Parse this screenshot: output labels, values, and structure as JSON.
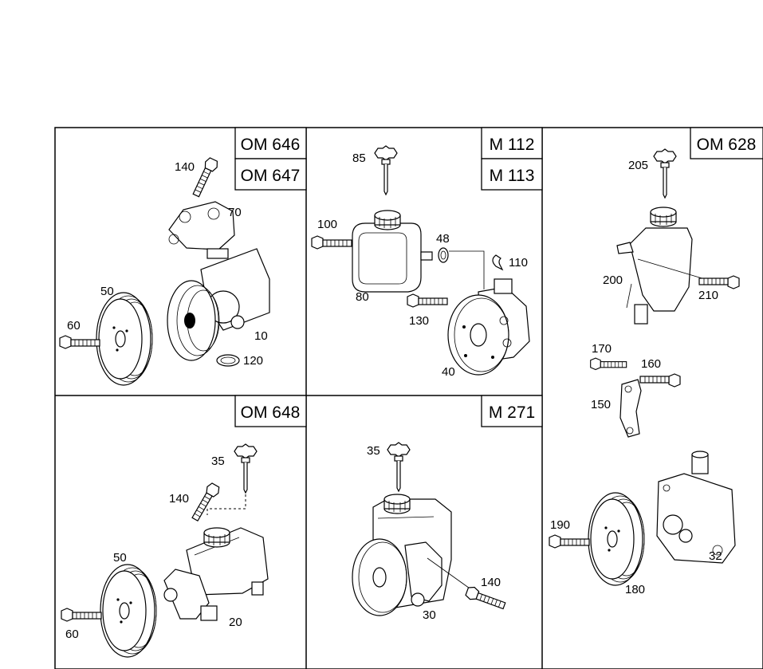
{
  "engine_labels": {
    "om646": "OM 646",
    "om647": "OM 647",
    "m112": "M 112",
    "m113": "M 113",
    "om628": "OM 628",
    "om648": "OM 648",
    "m271": "M 271"
  },
  "callouts": {
    "p1": {
      "c140": "140",
      "c70": "70",
      "c50": "50",
      "c60": "60",
      "c10": "10",
      "c120": "120"
    },
    "p2": {
      "c85": "85",
      "c100": "100",
      "c48": "48",
      "c110": "110",
      "c80": "80",
      "c130": "130",
      "c40": "40"
    },
    "p3": {
      "c205": "205",
      "c200": "200",
      "c210": "210",
      "c170": "170",
      "c160": "160",
      "c150": "150",
      "c190": "190",
      "c180": "180",
      "c32": "32"
    },
    "p4": {
      "c35": "35",
      "c140": "140",
      "c50": "50",
      "c60": "60",
      "c20": "20"
    },
    "p5": {
      "c35": "35",
      "c140": "140",
      "c30": "30"
    }
  }
}
